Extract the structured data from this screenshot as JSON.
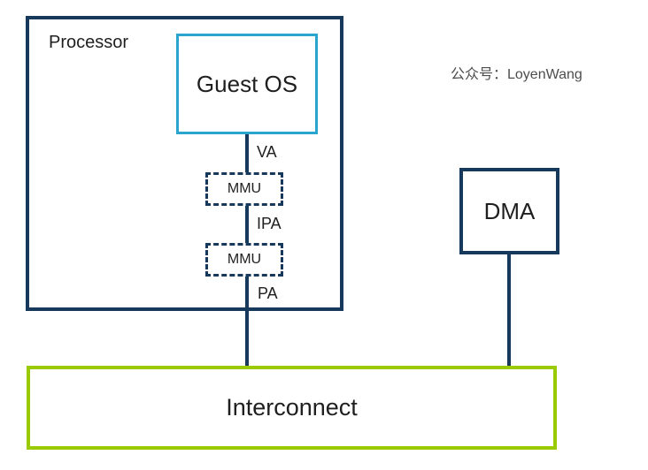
{
  "colors": {
    "navy": "#16395c",
    "cyan": "#2aa5ce",
    "green": "#9aca00",
    "ink": "#1f1f1f",
    "watermark_gray": "#4d4d4d",
    "background": "#ffffff"
  },
  "watermark": {
    "text": "公众号：LoyenWang"
  },
  "diagram": {
    "processor": {
      "label": "Processor"
    },
    "guest_os": {
      "label": "Guest OS"
    },
    "mmu_stage1": {
      "label": "MMU"
    },
    "mmu_stage2": {
      "label": "MMU"
    },
    "dma": {
      "label": "DMA"
    },
    "interconnect": {
      "label": "Interconnect"
    },
    "edge_labels": {
      "va": "VA",
      "ipa": "IPA",
      "pa": "PA"
    }
  }
}
